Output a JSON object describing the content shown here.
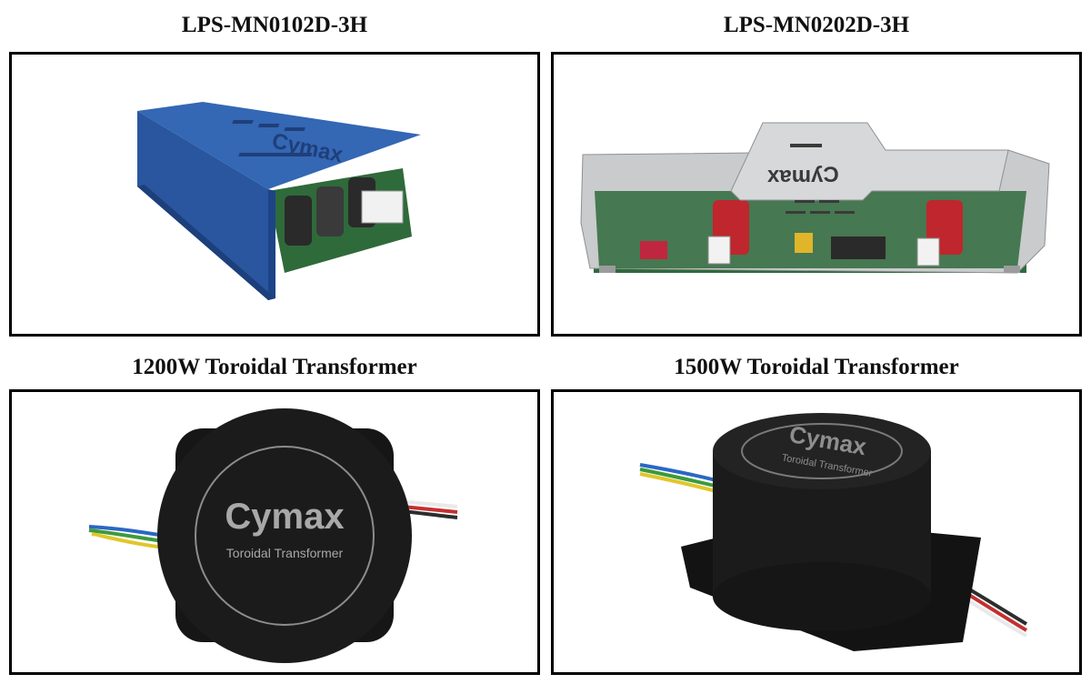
{
  "panels": [
    {
      "title": "LPS-MN0102D-3H",
      "brand": "Cymax",
      "product": "blue-enclosed-power-supply"
    },
    {
      "title": "LPS-MN0202D-3H",
      "brand": "Cymax",
      "product": "silver-open-frame-power-supply"
    },
    {
      "title": "1200W Toroidal Transformer",
      "brand": "Cymax",
      "subtitle": "Toroidal Transformer",
      "product": "black-toroidal-transformer-top-view"
    },
    {
      "title": "1500W Toroidal Transformer",
      "brand": "Cymax",
      "subtitle": "Toroidal Transformer",
      "product": "black-toroidal-transformer-angled-view"
    }
  ],
  "colors": {
    "enclosure_blue": "#2f5fae",
    "steel": "#c9cbcd",
    "pcb_green": "#2f6a3b",
    "capacitor_red": "#c0262d",
    "transformer_black": "#1b1b1c"
  }
}
